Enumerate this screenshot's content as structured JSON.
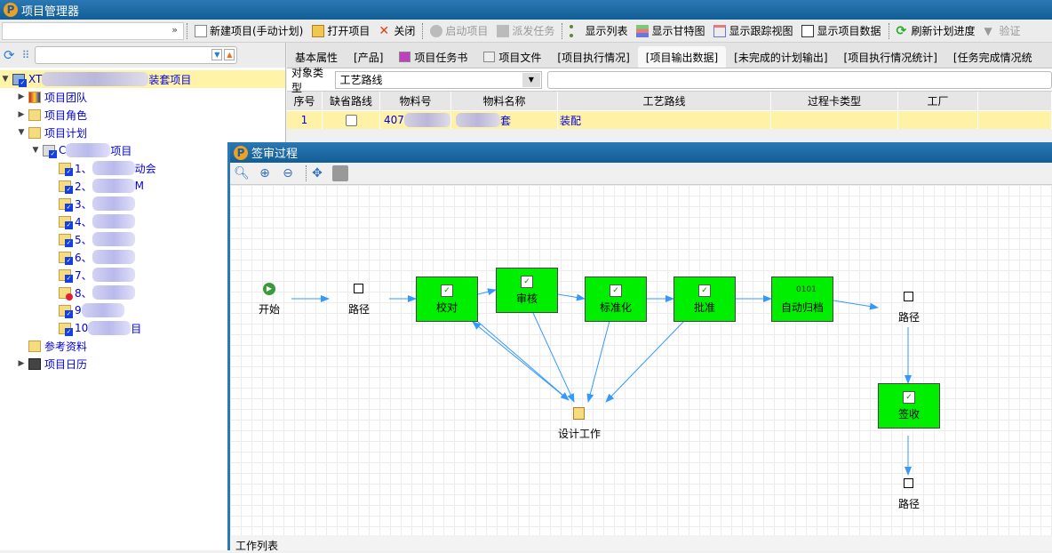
{
  "window": {
    "title": "项目管理器",
    "logo": "P"
  },
  "toolbar": {
    "items": [
      {
        "label": "新建项目(手动计划)",
        "icon": "new-file-icon",
        "enabled": true
      },
      {
        "label": "打开项目",
        "icon": "folder-open-icon",
        "enabled": true
      },
      {
        "label": "关闭",
        "icon": "close-icon",
        "enabled": true
      },
      {
        "label": "启动项目",
        "icon": "play-icon",
        "enabled": false
      },
      {
        "label": "派发任务",
        "icon": "dispatch-icon",
        "enabled": false
      },
      {
        "label": "显示列表",
        "icon": "list-icon",
        "enabled": true
      },
      {
        "label": "显示甘特图",
        "icon": "gantt-icon",
        "enabled": true
      },
      {
        "label": "显示跟踪视图",
        "icon": "tracking-icon",
        "enabled": true
      },
      {
        "label": "显示项目数据",
        "icon": "data-icon",
        "enabled": true
      },
      {
        "label": "刷新计划进度",
        "icon": "refresh-icon",
        "enabled": true
      },
      {
        "label": "验证",
        "icon": "verify-icon",
        "enabled": false
      }
    ]
  },
  "tree": {
    "root": "XT",
    "root_suffix": "装套项目",
    "items": [
      {
        "label": "项目团队",
        "icon": "team-icon"
      },
      {
        "label": "项目角色",
        "icon": "folder-icon"
      },
      {
        "label": "项目计划",
        "icon": "plan-folder-icon"
      }
    ],
    "plan": {
      "label_prefix": "C",
      "label_suffix": "项目"
    },
    "tasks": [
      {
        "prefix": "1、",
        "suffix": "动会",
        "status": "done"
      },
      {
        "prefix": "2、",
        "suffix": "M",
        "status": "done"
      },
      {
        "prefix": "3、",
        "suffix": "",
        "status": "done"
      },
      {
        "prefix": "4、",
        "suffix": "",
        "status": "done"
      },
      {
        "prefix": "5、",
        "suffix": "",
        "status": "done"
      },
      {
        "prefix": "6、",
        "suffix": "",
        "status": "done"
      },
      {
        "prefix": "7、",
        "suffix": "",
        "status": "done"
      },
      {
        "prefix": "8、",
        "suffix": "",
        "status": "error"
      },
      {
        "prefix": "9",
        "suffix": "",
        "status": "done"
      },
      {
        "prefix": "10",
        "suffix": "目",
        "status": "done"
      }
    ],
    "tail": [
      {
        "label": "参考资料"
      },
      {
        "label": "项目日历"
      }
    ]
  },
  "tabs": [
    "基本属性",
    "[产品]",
    "项目任务书",
    "项目文件",
    "[项目执行情况]",
    "[项目输出数据]",
    "[未完成的计划输出]",
    "[项目执行情况统计]",
    "[任务完成情况统"
  ],
  "active_tab": 5,
  "object_type": {
    "label": "对象类型",
    "value": "工艺路线"
  },
  "table": {
    "headers": [
      "序号",
      "缺省路线",
      "物料号",
      "物料名称",
      "工艺路线",
      "过程卡类型",
      "工厂"
    ],
    "rows": [
      {
        "no": "1",
        "default": false,
        "material_no": "407",
        "material_name": "套",
        "route": "装配",
        "card_type": "",
        "plant": ""
      }
    ]
  },
  "dialog": {
    "title": "签审过程",
    "nodes": {
      "start": "开始",
      "path1": "路径",
      "check": "校对",
      "review": "审核",
      "standard": "标准化",
      "approve": "批准",
      "archive": "自动归档",
      "path2": "路径",
      "sign": "签收",
      "path3": "路径",
      "design": "设计工作"
    },
    "worklist": "工作列表"
  },
  "colors": {
    "title_bar": "#1a68a4",
    "task_node": "#00ee00",
    "edge": "#3399ff",
    "selection": "#fff1a6"
  }
}
